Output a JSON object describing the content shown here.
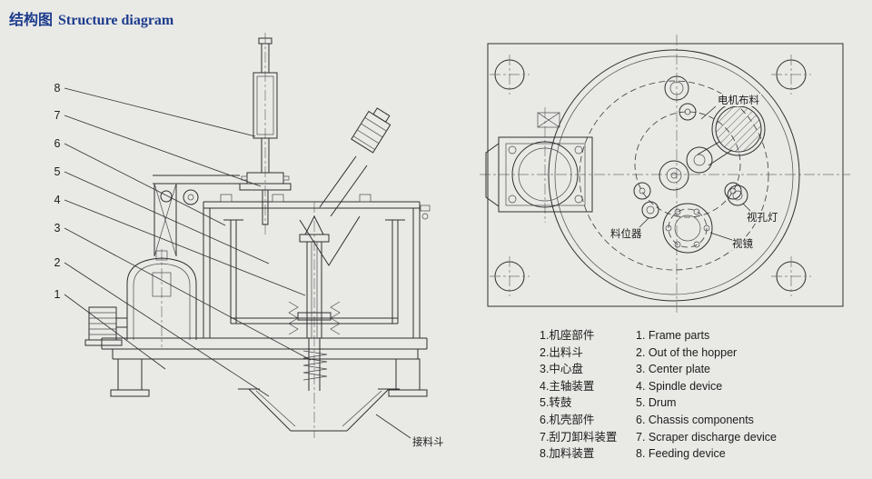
{
  "page": {
    "title_zh": "结构图",
    "title_en": "Structure diagram",
    "colors": {
      "background": "#e9e9e6",
      "title": "#1c3b8c",
      "line": "#2f2f2f"
    }
  },
  "left_drawing": {
    "callouts": [
      "8",
      "7",
      "6",
      "5",
      "4",
      "3",
      "2",
      "1"
    ],
    "hopper_label": "接料斗"
  },
  "right_drawing": {
    "labels": {
      "motor": "电机布料",
      "sight_lamp": "视孔灯",
      "sight_glass": "视镜",
      "level_indicator": "料位器"
    }
  },
  "legend": {
    "zh": [
      "1.机座部件",
      "2.出料斗",
      "3.中心盘",
      "4.主轴装置",
      "5.转鼓",
      "6.机壳部件",
      "7.刮刀卸料装置",
      "8.加料装置"
    ],
    "en": [
      "1. Frame parts",
      "2. Out of the hopper",
      "3. Center plate",
      "4. Spindle device",
      "5. Drum",
      "6. Chassis components",
      "7. Scraper discharge device",
      "8. Feeding device"
    ]
  }
}
